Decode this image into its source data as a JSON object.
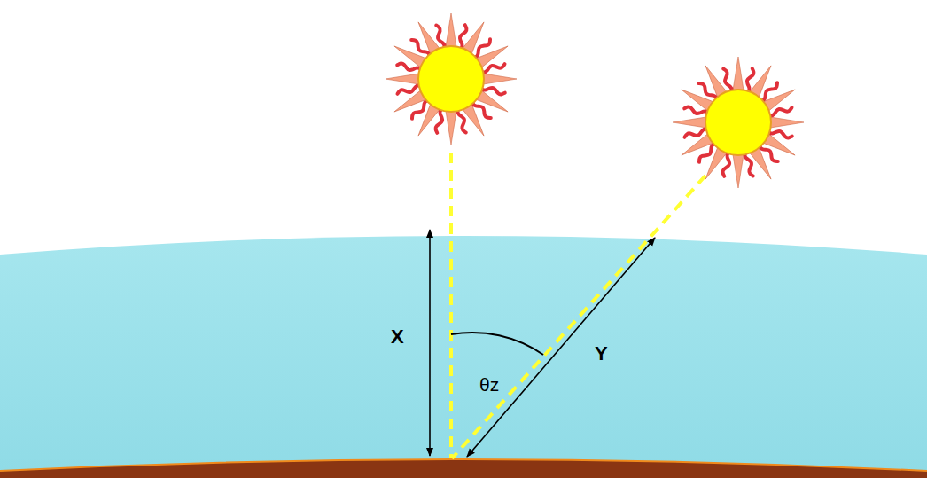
{
  "diagram": {
    "labels": [
      "X",
      "Y",
      "θz"
    ]
  }
}
